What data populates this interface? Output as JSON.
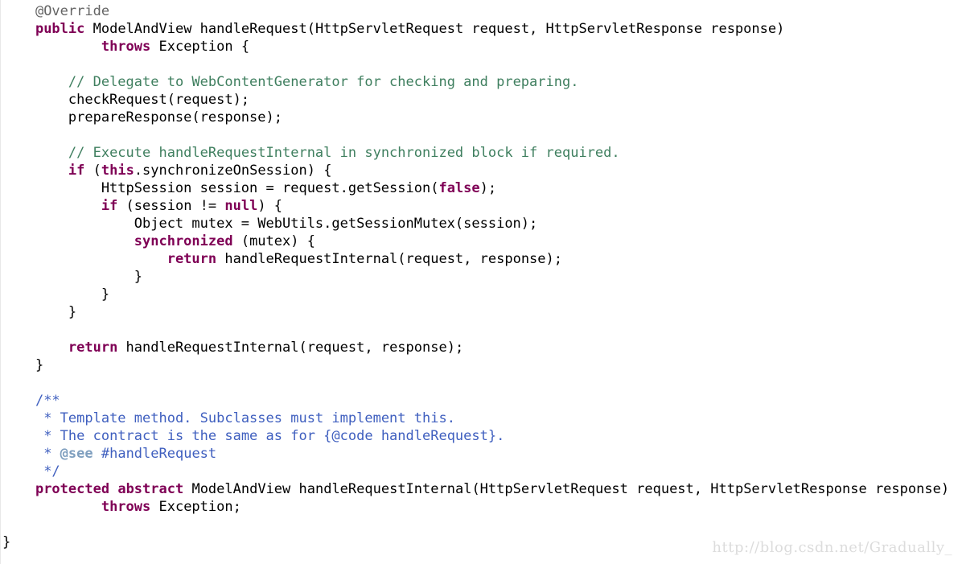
{
  "code_lines": [
    [
      {
        "t": "    "
      },
      {
        "t": "@Override",
        "c": "an"
      }
    ],
    [
      {
        "t": "    "
      },
      {
        "t": "public",
        "c": "kw"
      },
      {
        "t": " ModelAndView handleRequest(HttpServletRequest request, HttpServletResponse response)"
      }
    ],
    [
      {
        "t": "            "
      },
      {
        "t": "throws",
        "c": "kw"
      },
      {
        "t": " Exception {"
      }
    ],
    [],
    [
      {
        "t": "        "
      },
      {
        "t": "// Delegate to WebContentGenerator for checking and preparing.",
        "c": "cm"
      }
    ],
    [
      {
        "t": "        checkRequest(request);"
      }
    ],
    [
      {
        "t": "        prepareResponse(response);"
      }
    ],
    [],
    [
      {
        "t": "        "
      },
      {
        "t": "// Execute handleRequestInternal in synchronized block if required.",
        "c": "cm"
      }
    ],
    [
      {
        "t": "        "
      },
      {
        "t": "if",
        "c": "kw"
      },
      {
        "t": " ("
      },
      {
        "t": "this",
        "c": "kw"
      },
      {
        "t": ".synchronizeOnSession) {"
      }
    ],
    [
      {
        "t": "            HttpSession session = request.getSession("
      },
      {
        "t": "false",
        "c": "kw"
      },
      {
        "t": ");"
      }
    ],
    [
      {
        "t": "            "
      },
      {
        "t": "if",
        "c": "kw"
      },
      {
        "t": " (session != "
      },
      {
        "t": "null",
        "c": "kw"
      },
      {
        "t": ") {"
      }
    ],
    [
      {
        "t": "                Object mutex = WebUtils.getSessionMutex(session);"
      }
    ],
    [
      {
        "t": "                "
      },
      {
        "t": "synchronized",
        "c": "kw"
      },
      {
        "t": " (mutex) {"
      }
    ],
    [
      {
        "t": "                    "
      },
      {
        "t": "return",
        "c": "kw"
      },
      {
        "t": " handleRequestInternal(request, response);"
      }
    ],
    [
      {
        "t": "                }"
      }
    ],
    [
      {
        "t": "            }"
      }
    ],
    [
      {
        "t": "        }"
      }
    ],
    [],
    [
      {
        "t": "        "
      },
      {
        "t": "return",
        "c": "kw"
      },
      {
        "t": " handleRequestInternal(request, response);"
      }
    ],
    [
      {
        "t": "    }"
      }
    ],
    [],
    [
      {
        "t": "    "
      },
      {
        "t": "/**",
        "c": "jd"
      }
    ],
    [
      {
        "t": "     "
      },
      {
        "t": "* Template method. Subclasses must implement this.",
        "c": "jd"
      }
    ],
    [
      {
        "t": "     "
      },
      {
        "t": "* The contract is the same as for {@code handleRequest}.",
        "c": "jd"
      }
    ],
    [
      {
        "t": "     "
      },
      {
        "t": "* ",
        "c": "jd"
      },
      {
        "t": "@see",
        "c": "jt"
      },
      {
        "t": " #handleRequest",
        "c": "jd"
      }
    ],
    [
      {
        "t": "     "
      },
      {
        "t": "*/",
        "c": "jd"
      }
    ],
    [
      {
        "t": "    "
      },
      {
        "t": "protected",
        "c": "kw"
      },
      {
        "t": " "
      },
      {
        "t": "abstract",
        "c": "kw"
      },
      {
        "t": " ModelAndView handleRequestInternal(HttpServletRequest request, HttpServletResponse response)"
      }
    ],
    [
      {
        "t": "            "
      },
      {
        "t": "throws",
        "c": "kw"
      },
      {
        "t": " Exception;"
      }
    ],
    [],
    [
      {
        "t": "}"
      }
    ]
  ],
  "watermark": "http://blog.csdn.net/Gradually_",
  "colors": {
    "keyword": "#7f0055",
    "comment": "#3f7f5f",
    "javadoc": "#3f5fbf",
    "javadoc_tag": "#7f9fbf",
    "annotation": "#646464",
    "text": "#000000",
    "background": "#ffffff"
  }
}
